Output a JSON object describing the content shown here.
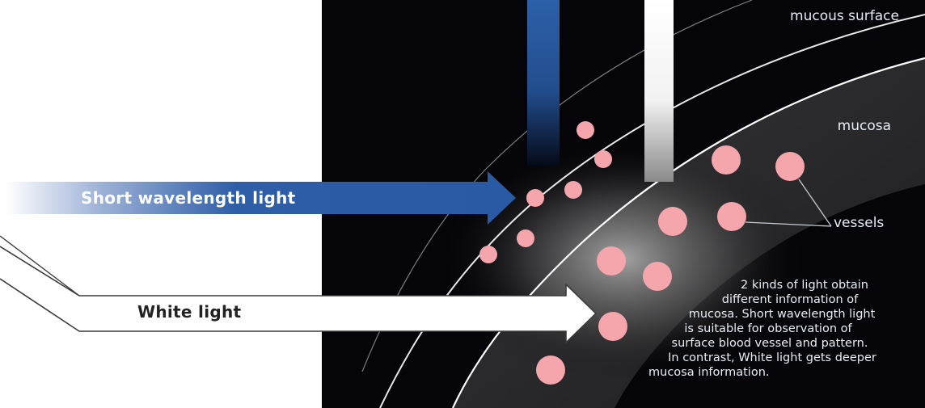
{
  "diagram": {
    "labels": {
      "mucous_surface": "mucous surface",
      "mucosa": "mucosa",
      "vessels": "vessels"
    },
    "arrows": {
      "short_wavelength": "Short  wavelength  light",
      "white": "White  light"
    },
    "description_lines": [
      "2 kinds of light obtain",
      "different information of",
      "mucosa. Short wavelength light",
      "is suitable for observation of",
      "surface blood vessel and pattern.",
      "In contrast, White light gets deeper",
      "mucosa information."
    ],
    "colors": {
      "background_dark": "#050509",
      "short_light_blue": "#2a5da6",
      "vessel_pink": "#f5a6ac",
      "white_light": "#ffffff"
    }
  }
}
